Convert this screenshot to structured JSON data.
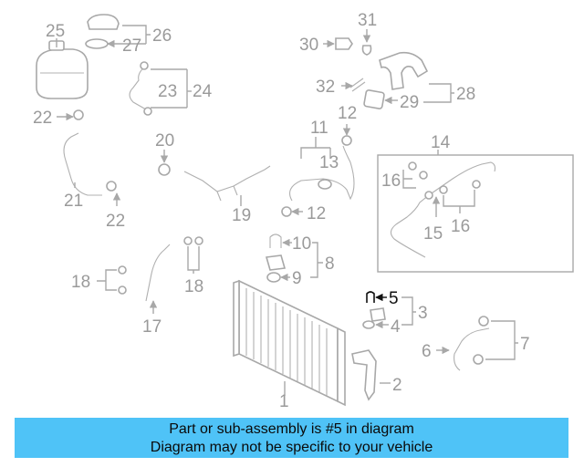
{
  "callouts": {
    "n1": "1",
    "n2": "2",
    "n3": "3",
    "n4": "4",
    "n5": "5",
    "n6": "6",
    "n7": "7",
    "n8": "8",
    "n9": "9",
    "n10": "10",
    "n11": "11",
    "n12a": "12",
    "n12b": "12",
    "n13": "13",
    "n14": "14",
    "n15": "15",
    "n16a": "16",
    "n16b": "16",
    "n17": "17",
    "n18a": "18",
    "n18b": "18",
    "n19": "19",
    "n20": "20",
    "n21": "21",
    "n22a": "22",
    "n22b": "22",
    "n23": "23",
    "n24": "24",
    "n25": "25",
    "n26": "26",
    "n27": "27",
    "n28": "28",
    "n29": "29",
    "n30": "30",
    "n31": "31",
    "n32": "32"
  },
  "highlight_part": "5",
  "colors": {
    "banner_bg": "#4fc3f7",
    "part_gray": "#a8a8a8",
    "highlight": "#111111"
  },
  "banner": {
    "line1": "Part or sub-assembly is #5 in diagram",
    "line2": "Diagram may not be specific to your vehicle"
  }
}
